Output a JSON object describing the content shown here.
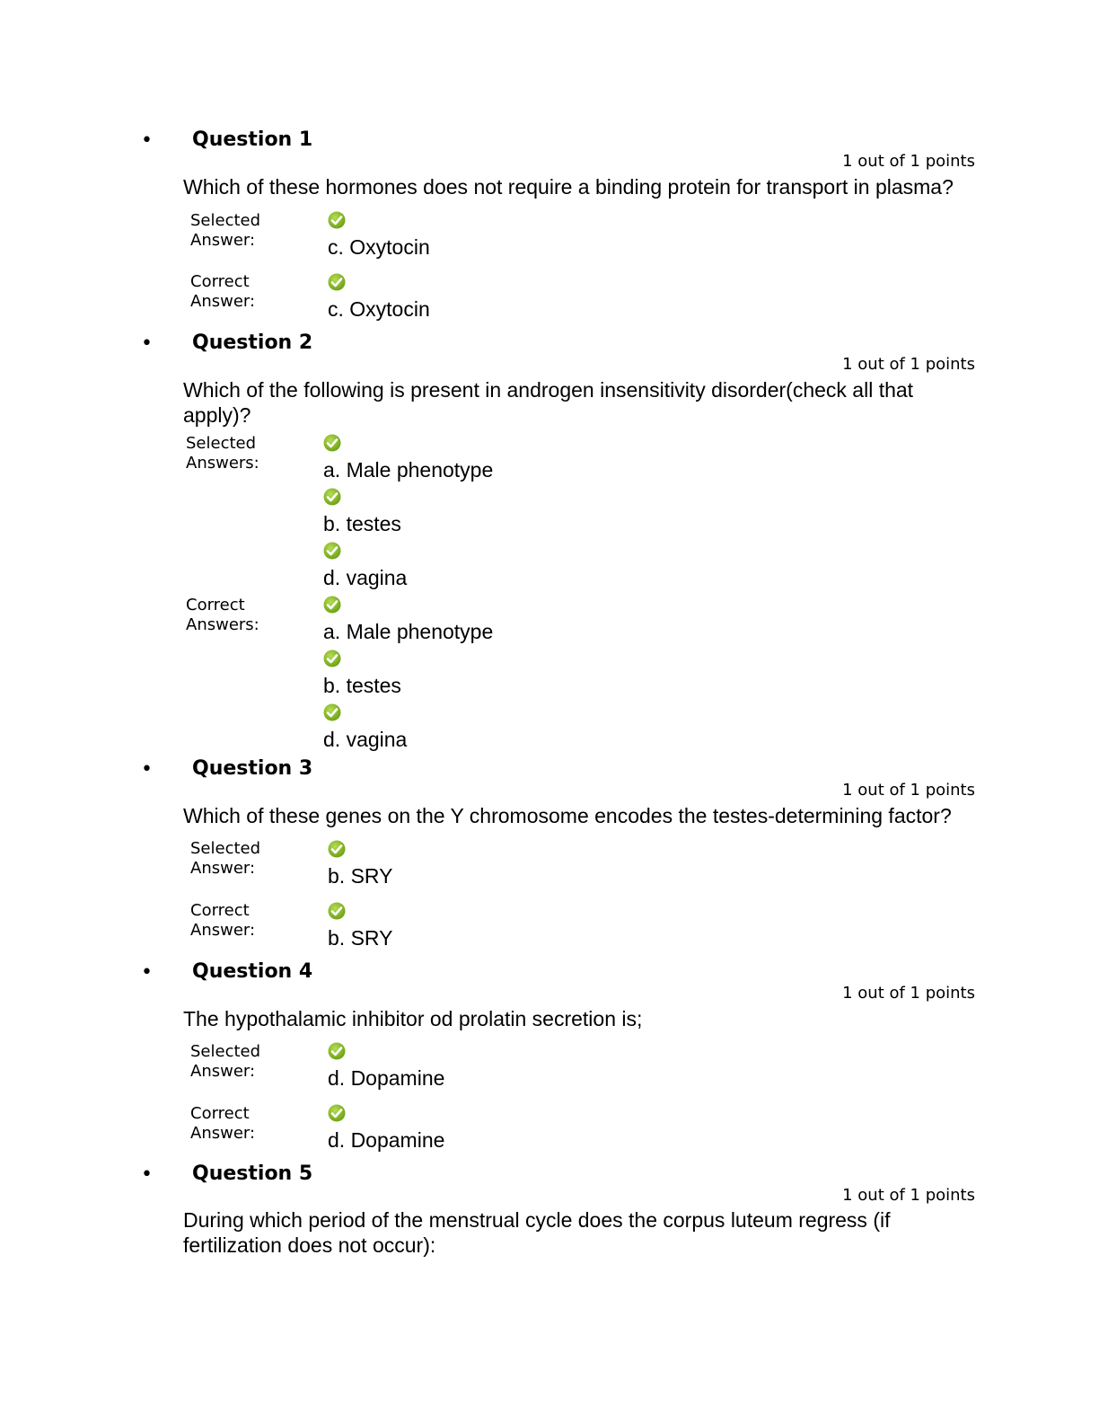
{
  "questions": [
    {
      "title": "Question 1",
      "points": "1 out of 1 points",
      "text": "Which of these hormones does not require a binding protein for transport in plasma?",
      "selected_label": "Selected\nAnswer:",
      "selected": [
        "c. Oxytocin"
      ],
      "correct_label": "Correct\nAnswer:",
      "correct": [
        "c. Oxytocin"
      ]
    },
    {
      "title": "Question 2",
      "points": "1 out of 1 points",
      "text": "Which of the following is present in androgen insensitivity disorder(check all that apply)?",
      "selected_label": "Selected\nAnswers:",
      "selected": [
        "a. Male phenotype",
        "b. testes",
        "d. vagina"
      ],
      "correct_label": "Correct\nAnswers:",
      "correct": [
        "a. Male phenotype",
        "b. testes",
        "d. vagina"
      ]
    },
    {
      "title": "Question 3",
      "points": "1 out of 1 points",
      "text": "Which of these genes on the Y chromosome encodes the testes-determining factor?",
      "selected_label": "Selected\nAnswer:",
      "selected": [
        "b. SRY"
      ],
      "correct_label": "Correct\nAnswer:",
      "correct": [
        "b. SRY"
      ]
    },
    {
      "title": "Question 4",
      "points": "1 out of 1 points",
      "text": "The hypothalamic inhibitor od prolatin secretion is;",
      "selected_label": "Selected\nAnswer:",
      "selected": [
        "d. Dopamine"
      ],
      "correct_label": "Correct\nAnswer:",
      "correct": [
        "d. Dopamine"
      ]
    },
    {
      "title": "Question 5",
      "points": "1 out of 1 points",
      "text": "During which period of the menstrual cycle does the corpus luteum regress (if fertilization does not occur):"
    }
  ],
  "bullet": "•",
  "check_icon_color": "#7ab317"
}
